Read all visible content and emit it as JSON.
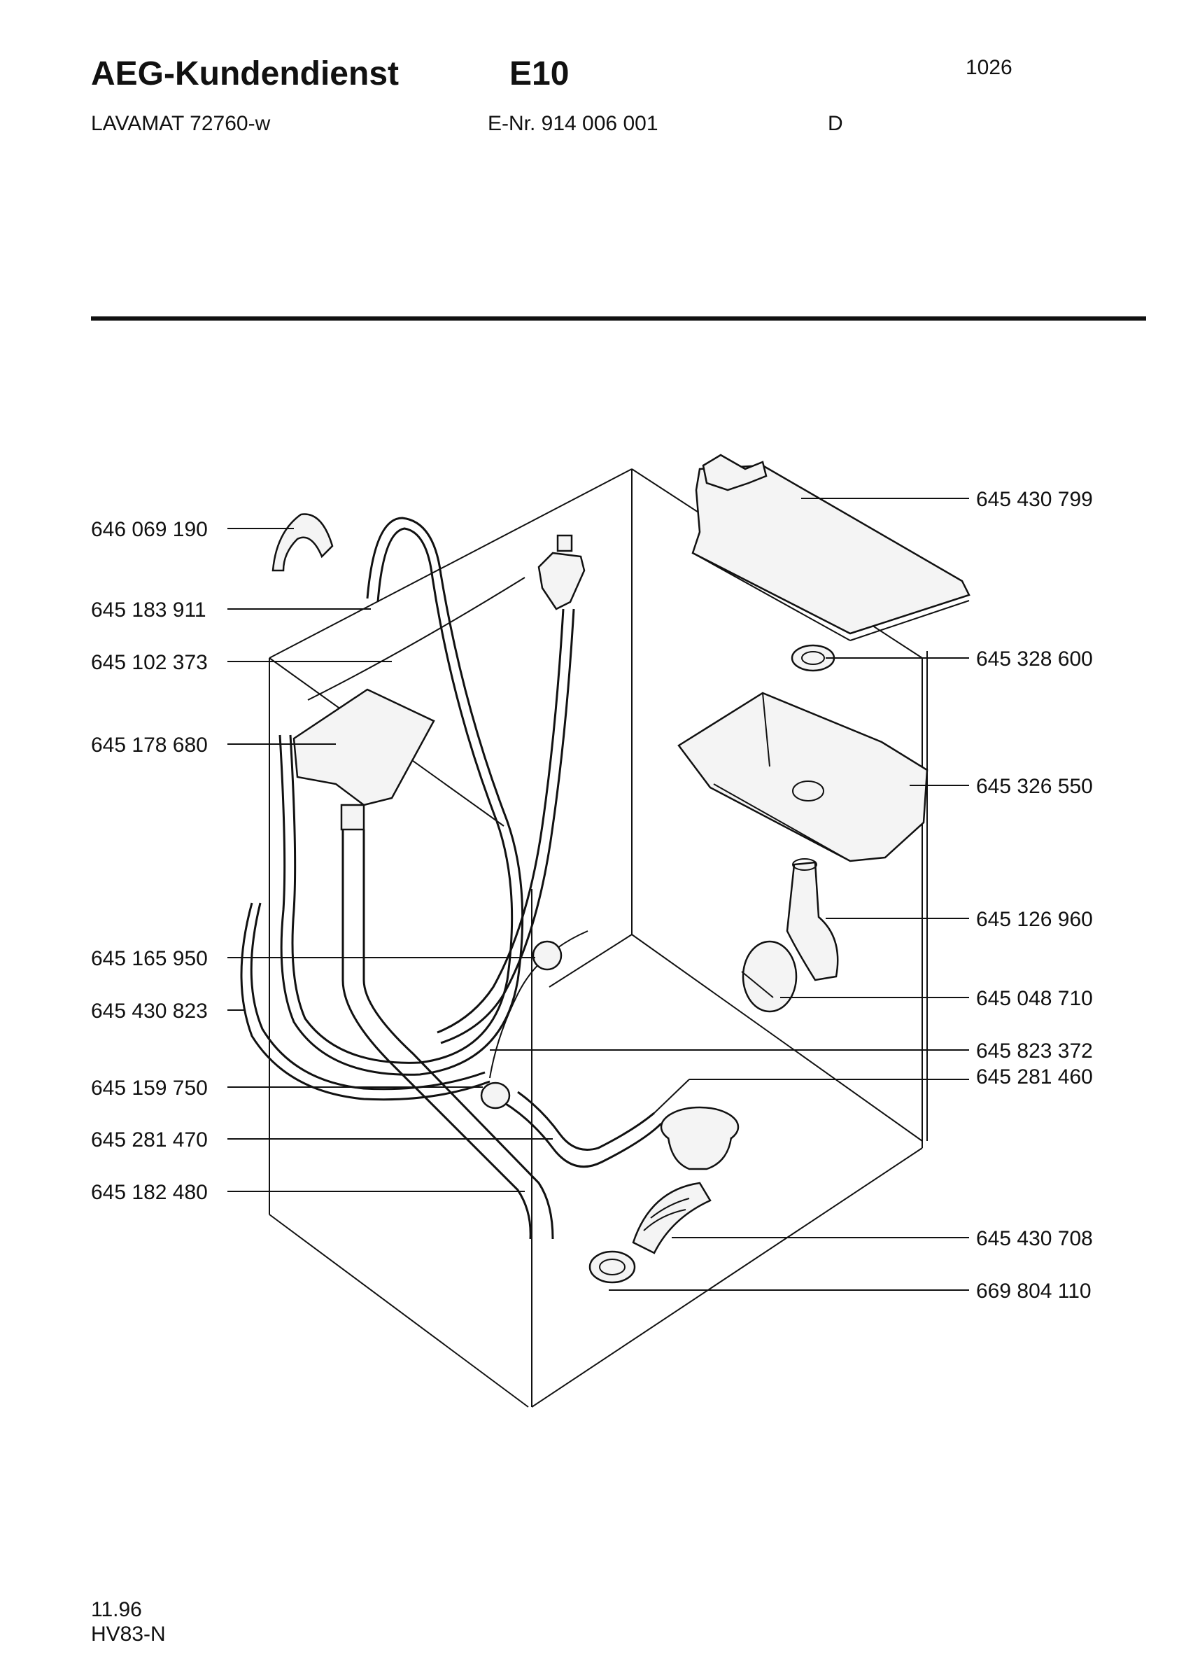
{
  "header": {
    "brand": "AEG-Kundendienst",
    "group": "E10",
    "sheet": "1026",
    "model": "LAVAMAT 72760-w",
    "enr": "E-Nr. 914 006 001",
    "lang": "D"
  },
  "parts_left": [
    "646 069 190",
    "645 183 911",
    "645 102 373",
    "645 178 680",
    "645 165 950",
    "645 430 823",
    "645 159 750",
    "645 281 470",
    "645 182 480"
  ],
  "parts_right": [
    "645 430 799",
    "645 328 600",
    "645 326 550",
    "645 126 960",
    "645 048 710",
    "645 823 372",
    "645 281 460",
    "645 430 708",
    "669 804 110"
  ],
  "footer": {
    "date": "11.96",
    "code": "HV83-N"
  }
}
